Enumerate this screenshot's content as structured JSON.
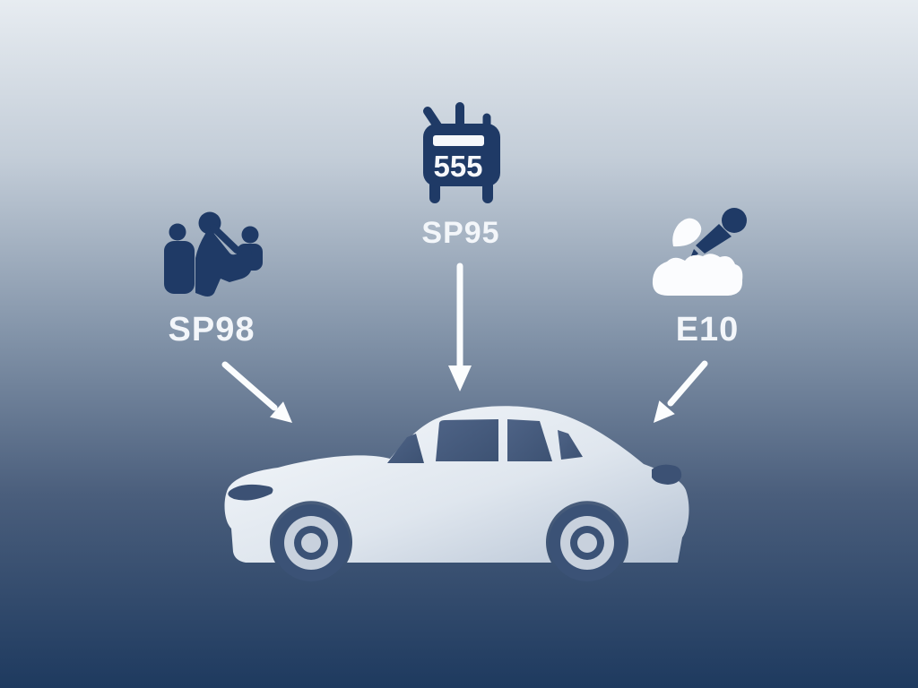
{
  "diagram": {
    "description_visible_text_only": true
  },
  "fuel_options": [
    {
      "id": "sp98",
      "label": "SP98",
      "icon": "sp98-figures-icon",
      "position": "left"
    },
    {
      "id": "sp95",
      "label": "SP95",
      "icon": "sp95-meter-icon",
      "meter_text": "555",
      "position": "top-center"
    },
    {
      "id": "e10",
      "label": "E10",
      "icon": "e10-cloud-microphone-icon",
      "position": "right"
    }
  ],
  "car": {
    "icon": "sedan-silhouette"
  },
  "colors": {
    "icon_navy": "#1f3a66",
    "arrow_white": "#fbfdfe",
    "label_white": "#f3f6fa",
    "background_top": "#e7ecf1",
    "background_upper": "#c3cdd8",
    "background_mid": "#8495aa",
    "background_lower": "#4a5e7c",
    "background_bottom": "#1e3a5f",
    "car_body_light": "#f6f9fc",
    "car_body_shade": "#b5c2d3",
    "car_window": "#44597c",
    "wheel_dark": "#3b5276",
    "wheel_light": "#c8d1dd"
  }
}
